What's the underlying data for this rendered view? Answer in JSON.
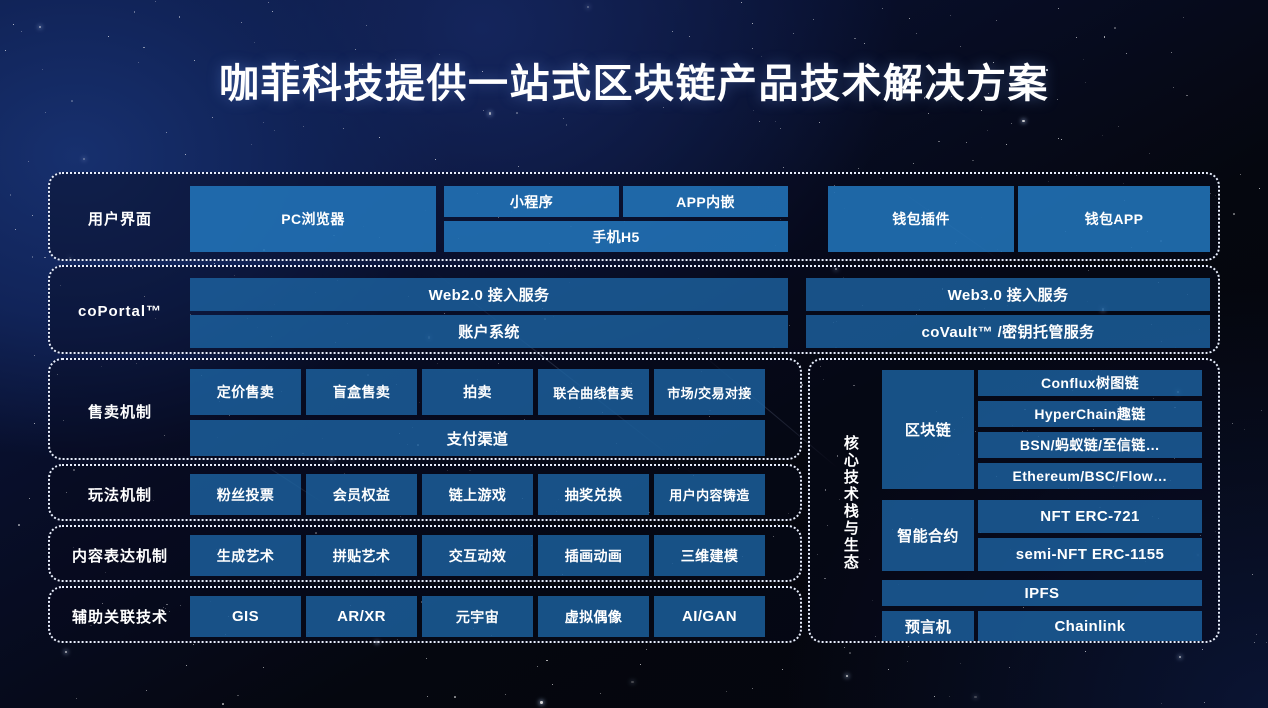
{
  "slide": {
    "title": "咖菲科技提供一站式区块链产品技术解决方案",
    "accent_color": "#1c62a0",
    "accent_light": "#2274ba",
    "border_color": "#e8eefc",
    "background_color": "#05070f"
  },
  "rows": {
    "user_interface": {
      "label": "用户界面",
      "cells": {
        "pc_browser": "PC浏览器",
        "mini_program": "小程序",
        "app_embedded": "APP内嵌",
        "mobile_h5": "手机H5",
        "wallet_plugin": "钱包插件",
        "wallet_app": "钱包APP"
      }
    },
    "coportal": {
      "label": "coPortal™",
      "cells": {
        "web2_access": "Web2.0 接入服务",
        "account_system": "账户系统",
        "web3_access": "Web3.0 接入服务",
        "covault": "coVault™ /密钥托管服务"
      }
    },
    "sales_mechanism": {
      "label": "售卖机制",
      "cells": {
        "fixed_price": "定价售卖",
        "blind_box": "盲盒售卖",
        "auction": "拍卖",
        "bonding_curve": "联合曲线售卖",
        "market_matching": "市场/交易对接",
        "payment_channel": "支付渠道"
      }
    },
    "gameplay_mechanism": {
      "label": "玩法机制",
      "cells": {
        "fan_voting": "粉丝投票",
        "member_benefits": "会员权益",
        "onchain_games": "链上游戏",
        "lottery_redeem": "抽奖兑换",
        "ugc_minting": "用户内容铸造"
      }
    },
    "content_expression": {
      "label": "内容表达机制",
      "cells": {
        "generative_art": "生成艺术",
        "collage_art": "拼贴艺术",
        "interactive_effects": "交互动效",
        "illustration_animation": "插画动画",
        "three_d_modeling": "三维建模"
      }
    },
    "auxiliary_tech": {
      "label": "辅助关联技术",
      "cells": {
        "gis": "GIS",
        "ar_xr": "AR/XR",
        "metaverse": "元宇宙",
        "virtual_idol": "虚拟偶像",
        "ai_gan": "AI/GAN"
      }
    }
  },
  "tech_stack": {
    "label": "核心技术栈与生态",
    "groups": {
      "blockchain": {
        "label": "区块链",
        "items": {
          "conflux": "Conflux树图链",
          "hyperchain": "HyperChain趣链",
          "bsn": "BSN/蚂蚁链/至信链…",
          "ethereum": "Ethereum/BSC/Flow…"
        }
      },
      "smart_contract": {
        "label": "智能合约",
        "items": {
          "erc721": "NFT ERC-721",
          "erc1155": "semi-NFT ERC-1155"
        }
      },
      "storage": {
        "ipfs": "IPFS"
      },
      "oracle": {
        "label": "预言机",
        "value": "Chainlink"
      }
    }
  }
}
